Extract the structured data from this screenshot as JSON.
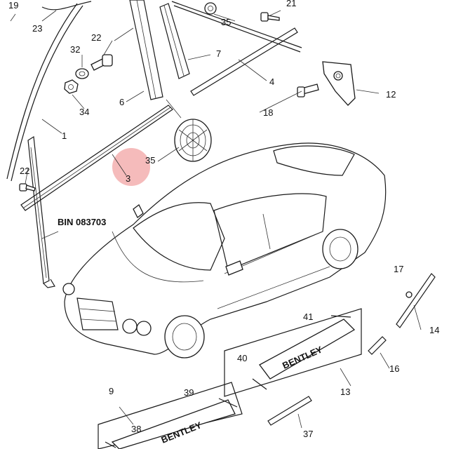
{
  "diagram": {
    "bin_label": "BIN 083703",
    "highlight_color": "#f4b4b4",
    "callouts": [
      {
        "id": "c1",
        "text": "1"
      },
      {
        "id": "c3",
        "text": "3"
      },
      {
        "id": "c4",
        "text": "4"
      },
      {
        "id": "c6",
        "text": "6"
      },
      {
        "id": "c7",
        "text": "7"
      },
      {
        "id": "c9",
        "text": "9"
      },
      {
        "id": "c12",
        "text": "12"
      },
      {
        "id": "c13",
        "text": "13"
      },
      {
        "id": "c14",
        "text": "14"
      },
      {
        "id": "c16",
        "text": "16"
      },
      {
        "id": "c17",
        "text": "17"
      },
      {
        "id": "c18",
        "text": "18"
      },
      {
        "id": "c19",
        "text": "19"
      },
      {
        "id": "c21",
        "text": "21"
      },
      {
        "id": "c22a",
        "text": "22"
      },
      {
        "id": "c22b",
        "text": "22"
      },
      {
        "id": "c23",
        "text": "23"
      },
      {
        "id": "c32",
        "text": "32"
      },
      {
        "id": "c34",
        "text": "34"
      },
      {
        "id": "c35a",
        "text": "35"
      },
      {
        "id": "c35b",
        "text": "35"
      },
      {
        "id": "c37",
        "text": "37"
      },
      {
        "id": "c38",
        "text": "38"
      },
      {
        "id": "c39",
        "text": "39"
      },
      {
        "id": "c40",
        "text": "40"
      },
      {
        "id": "c41",
        "text": "41"
      }
    ],
    "sill_text_a": "BENTLEY",
    "sill_text_b": "BENTLEY"
  }
}
